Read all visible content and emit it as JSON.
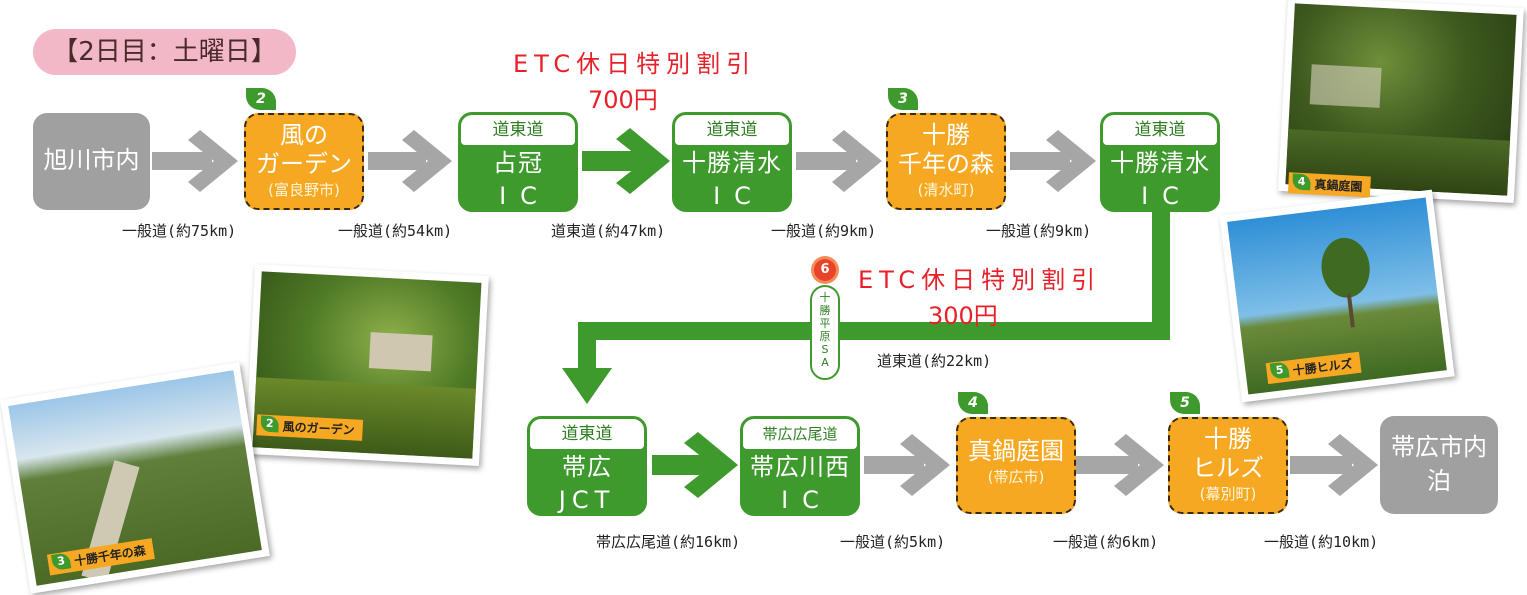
{
  "header": {
    "day_label": "【2日目：土曜日】"
  },
  "nodes": {
    "asahikawa": {
      "main": "旭川市内"
    },
    "kaze_garden": {
      "main_1": "風の",
      "main_2": "ガーデン",
      "sub": "(富良野市)",
      "badge": "2"
    },
    "shimukappu_ic": {
      "header": "道東道",
      "line_1": "占冠",
      "line_2": "IC"
    },
    "tokachi_shimizu_ic_1": {
      "header": "道東道",
      "line_1": "十勝清水",
      "line_2": "IC"
    },
    "sennen_mori": {
      "main_1": "十勝",
      "main_2": "千年の森",
      "sub": "(清水町)",
      "badge": "3"
    },
    "tokachi_shimizu_ic_2": {
      "header": "道東道",
      "line_1": "十勝清水",
      "line_2": "IC"
    },
    "obihiro_jct": {
      "header": "道東道",
      "line_1": "帯広",
      "line_2": "JCT"
    },
    "obihiro_kawanishi_ic": {
      "header": "帯広広尾道",
      "line_1": "帯広川西",
      "line_2": "IC"
    },
    "manabe_teien": {
      "main": "真鍋庭園",
      "sub": "(帯広市)",
      "badge": "4"
    },
    "tokachi_hills": {
      "main_1": "十勝",
      "main_2": "ヒルズ",
      "sub": "(幕別町)",
      "badge": "5"
    },
    "obihiro_city": {
      "main_1": "帯広市内",
      "main_2": "泊"
    }
  },
  "distances": {
    "d1": "一般道(約75km)",
    "d2": "一般道(約54km)",
    "d3": "道東道(約47km)",
    "d4": "一般道(約9km)",
    "d5": "一般道(約9km)",
    "d6": "道東道(約22km)",
    "d7": "帯広広尾道(約16km)",
    "d8": "一般道(約5km)",
    "d9": "一般道(約6km)",
    "d10": "一般道(約10km)"
  },
  "etc": {
    "first_label": "ETC休日特別割引",
    "first_price": "700円",
    "second_label": "ETC休日特別割引",
    "second_price": "300円"
  },
  "sa": {
    "badge": "6",
    "name": "十勝平原SA"
  },
  "photos": {
    "manabe": {
      "num": "4",
      "caption": "真鍋庭園"
    },
    "hills": {
      "num": "5",
      "caption": "十勝ヒルズ"
    },
    "kaze": {
      "num": "2",
      "caption": "風のガーデン"
    },
    "sennen": {
      "num": "3",
      "caption": "十勝千年の森"
    }
  },
  "colors": {
    "green": "#3f9a2d",
    "orange": "#f7a823",
    "gray": "#a0a0a0",
    "pink": "#f3b8c8",
    "red": "#e8202a"
  }
}
